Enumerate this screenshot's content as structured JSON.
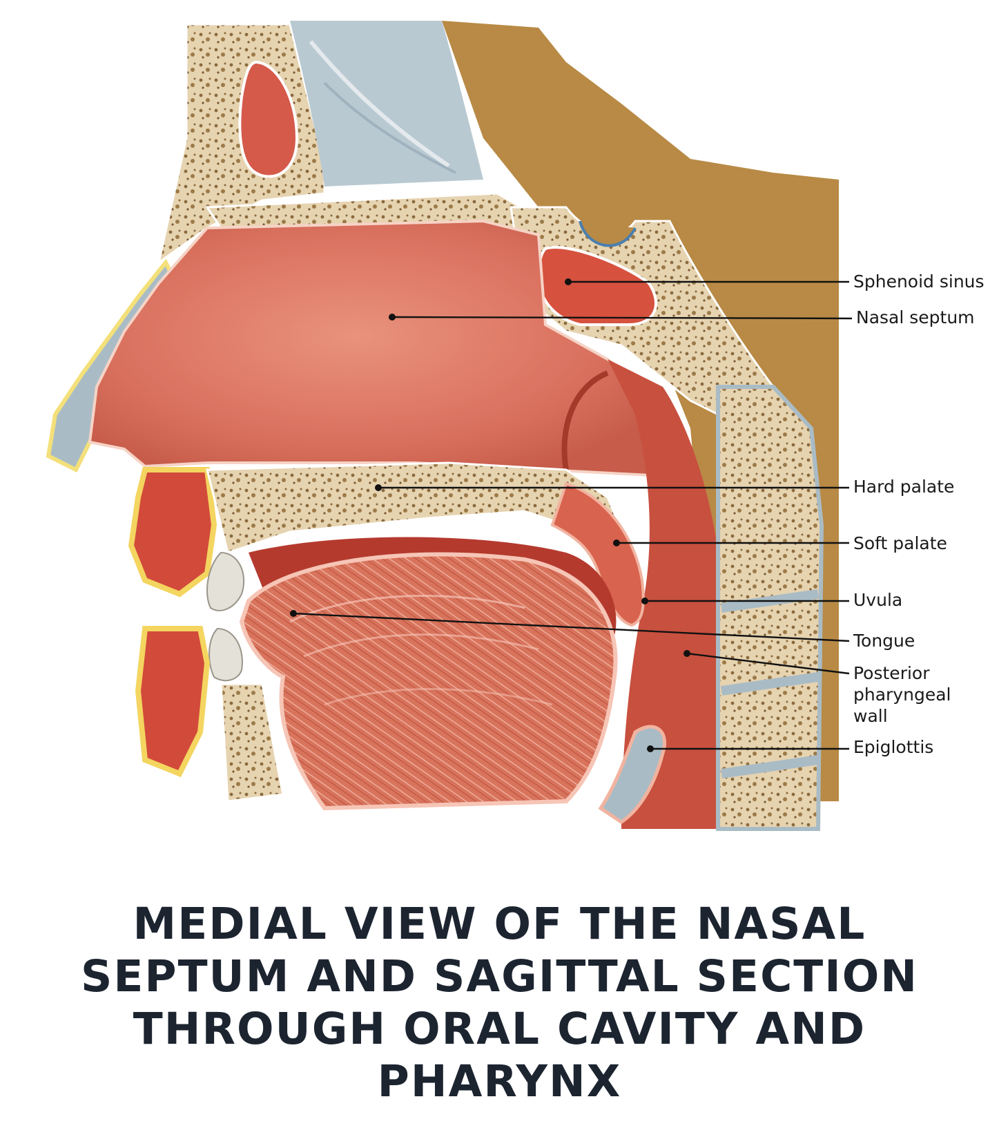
{
  "labels": {
    "sphenoid_sinus": "Sphenoid sinus",
    "nasal_septum": "Nasal septum",
    "hard_palate": "Hard palate",
    "soft_palate": "Soft palate",
    "uvula": "Uvula",
    "tongue": "Tongue",
    "posterior_pharyngeal_wall_line1": "Posterior",
    "posterior_pharyngeal_wall_line2": "pharyngeal",
    "posterior_pharyngeal_wall_line3": "wall",
    "epiglottis": "Epiglottis"
  },
  "title": {
    "line1": "MEDIAL VIEW OF THE NASAL",
    "line2": "SEPTUM AND SAGITTAL SECTION",
    "line3": "THROUGH ORAL CAVITY AND",
    "line4": "PHARYNX"
  },
  "colors": {
    "background_tan": "#b88a45",
    "bone": "#e6d3b0",
    "mucosa": "#d9705e",
    "muscle": "#c8503f",
    "cartilage": "#a9bcc6",
    "fat": "#f0d040",
    "title": "#1c2430"
  }
}
